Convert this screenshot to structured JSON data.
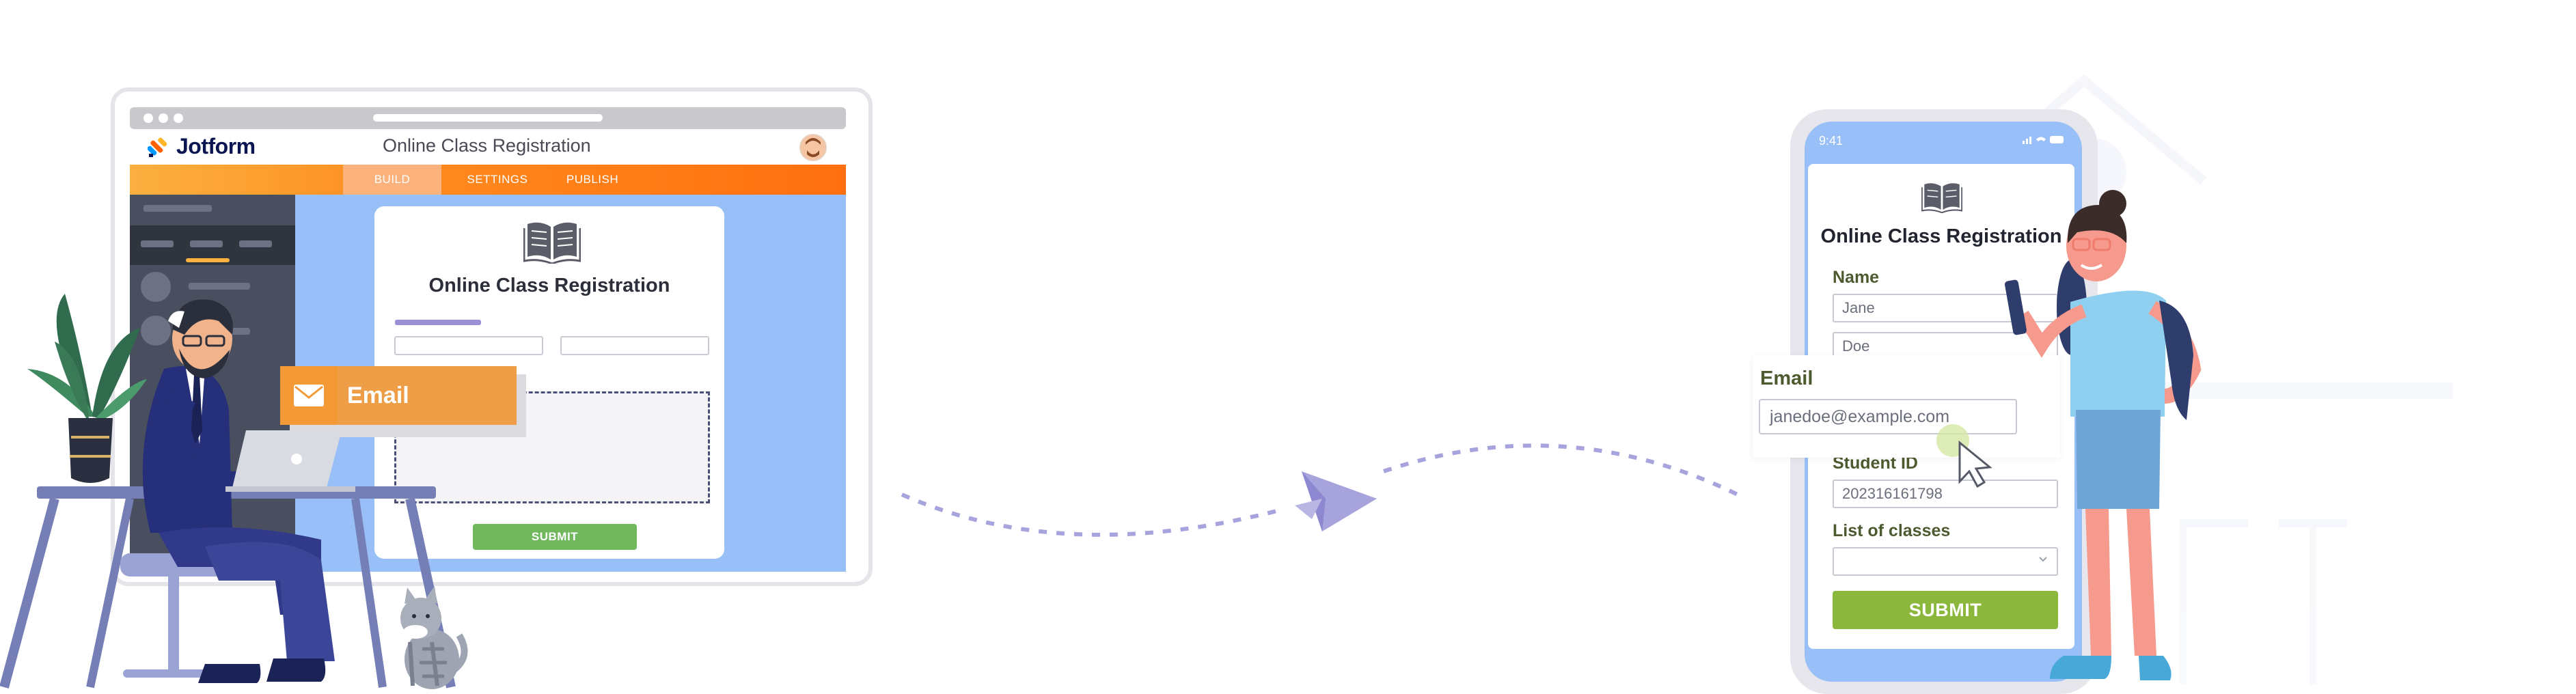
{
  "desktop_app": {
    "brand": "Jotform",
    "page_title": "Online Class Registration",
    "nav": [
      {
        "label": "BUILD"
      },
      {
        "label": "SETTINGS"
      },
      {
        "label": "PUBLISH"
      }
    ],
    "form": {
      "title": "Online Class Registration",
      "submit_label": "SUBMIT"
    },
    "dragged_element": {
      "label": "Email",
      "icon": "envelope-icon"
    }
  },
  "phone_app": {
    "status_time": "9:41",
    "form": {
      "title": "Online Class Registration",
      "name_label": "Name",
      "first_name_value": "Jane",
      "last_name_value": "Doe",
      "email_label": "Email",
      "email_value": "janedoe@example.com",
      "student_id_label": "Student ID",
      "student_id_value": "202316161798",
      "classes_label": "List of classes",
      "classes_value": "",
      "submit_label": "SUBMIT"
    }
  },
  "colors": {
    "brand_navy": "#0a1551",
    "nav_orange": "#ff6f0f",
    "canvas_blue": "#98bff8",
    "submit_green": "#8cb73d",
    "email_chip": "#ef9e48",
    "arrow_purple": "#a7a3dc"
  }
}
